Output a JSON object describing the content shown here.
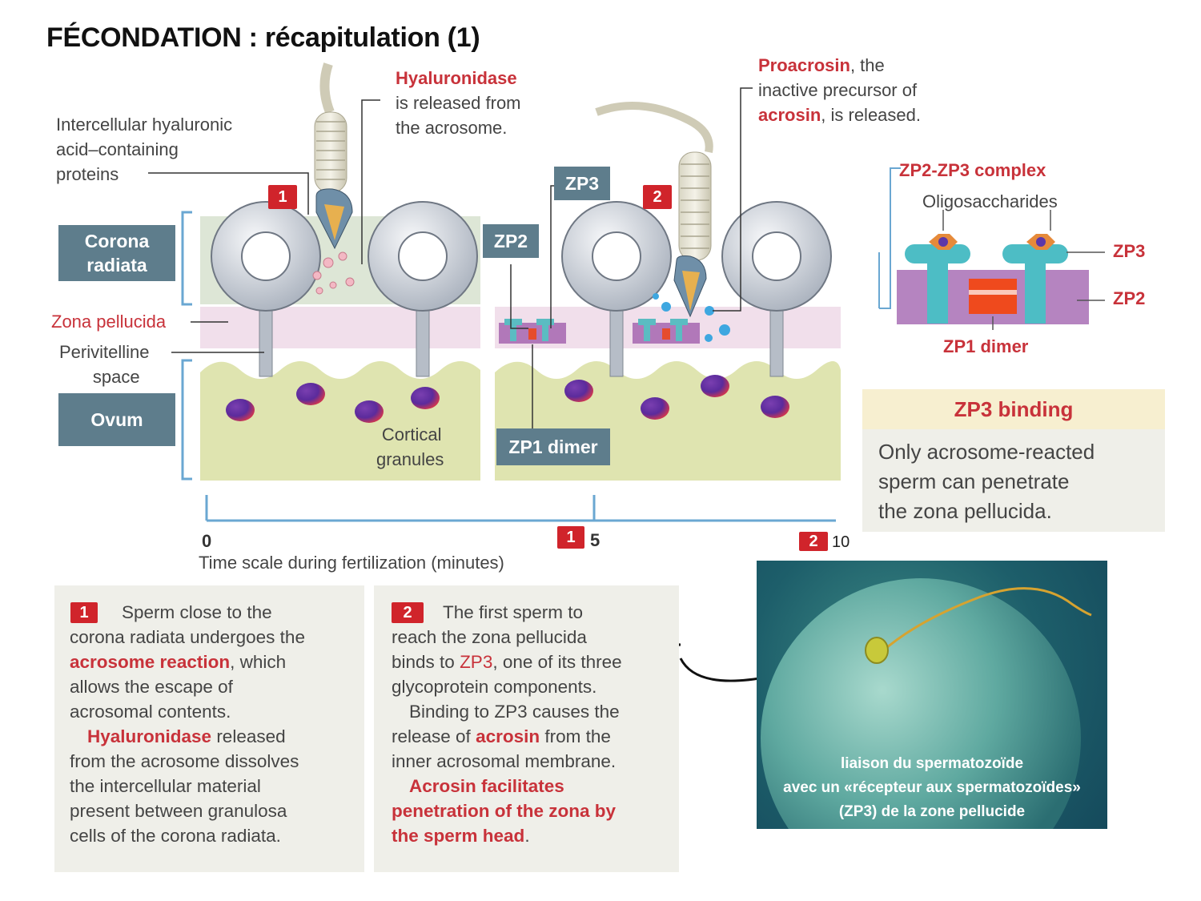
{
  "title": "FÉCONDATION : récapitulation (1)",
  "labels": {
    "hyaluronic": [
      "Intercellular hyaluronic",
      "acid–containing",
      "proteins"
    ],
    "hyaluronidase_head": "Hyaluronidase",
    "hyaluronidase_rest": [
      "is released from",
      "the acrosome."
    ],
    "proacrosin_head": "Proacrosin",
    "proacrosin_line1_rest": ",  the",
    "proacrosin_line2": "inactive precursor of",
    "acrosin_word": "acrosin",
    "proacrosin_line3_rest": ", is released.",
    "corona": [
      "Corona",
      "radiata"
    ],
    "zona_pellucida": "Zona pellucida",
    "perivitelline": [
      "Perivitelline",
      "space"
    ],
    "ovum": "Ovum",
    "cortical": [
      "Cortical",
      "granules"
    ],
    "zp3": "ZP3",
    "zp2": "ZP2",
    "zp1_dimer": "ZP1 dimer"
  },
  "step_numbers": {
    "one": "1",
    "two": "2"
  },
  "complex": {
    "title": "ZP2-ZP3 complex",
    "oligosaccharides": "Oligosaccharides",
    "zp3": "ZP3",
    "zp2": "ZP2",
    "zp1_dimer": "ZP1 dimer"
  },
  "binding": {
    "title": "ZP3 binding",
    "text": [
      "Only acrosome-reacted",
      "sperm can penetrate",
      "the zona pellucida."
    ]
  },
  "timescale": {
    "tick0": "0",
    "tick5": "5",
    "tick10": "10",
    "label": "Time scale during fertilization (minutes)"
  },
  "panel1": {
    "l1": "Sperm close to the",
    "l2": "corona radiata undergoes the",
    "l3a": "acrosome reaction",
    "l3b": ", which",
    "l4": "allows the escape of",
    "l5": "acrosomal contents.",
    "l6a": "Hyaluronidase",
    "l6b": " released",
    "l7": "from the acrosome dissolves",
    "l8": "the intercellular material",
    "l9": "present between granulosa",
    "l10": "cells of the corona radiata."
  },
  "panel2": {
    "l1": "The first sperm to",
    "l2": "reach the zona pellucida",
    "l3a": "binds to ",
    "l3b": "ZP3",
    "l3c": ", one of its three",
    "l4": "glycoprotein components.",
    "l5": "Binding to ZP3 causes the",
    "l6a": "release of ",
    "l6b": "acrosin",
    "l6c": " from the",
    "l7": "inner acrosomal membrane.",
    "l8": "Acrosin facilitates",
    "l9": "penetration of the zona by",
    "l10a": "the sperm head",
    "l10b": "."
  },
  "photo_caption": [
    "liaison du spermatozoïde",
    "avec un «récepteur aux spermatozoïdes»",
    "(ZP3) de la zone pellucide"
  ],
  "colors": {
    "accent_red": "#c8323a",
    "label_box": "#5e7d8c",
    "ovum_fill": "#dfe4b0",
    "zona_fill": "#f1dfeb",
    "corona_fill": "#dde6d6",
    "timeline": "#6aa7d2"
  }
}
